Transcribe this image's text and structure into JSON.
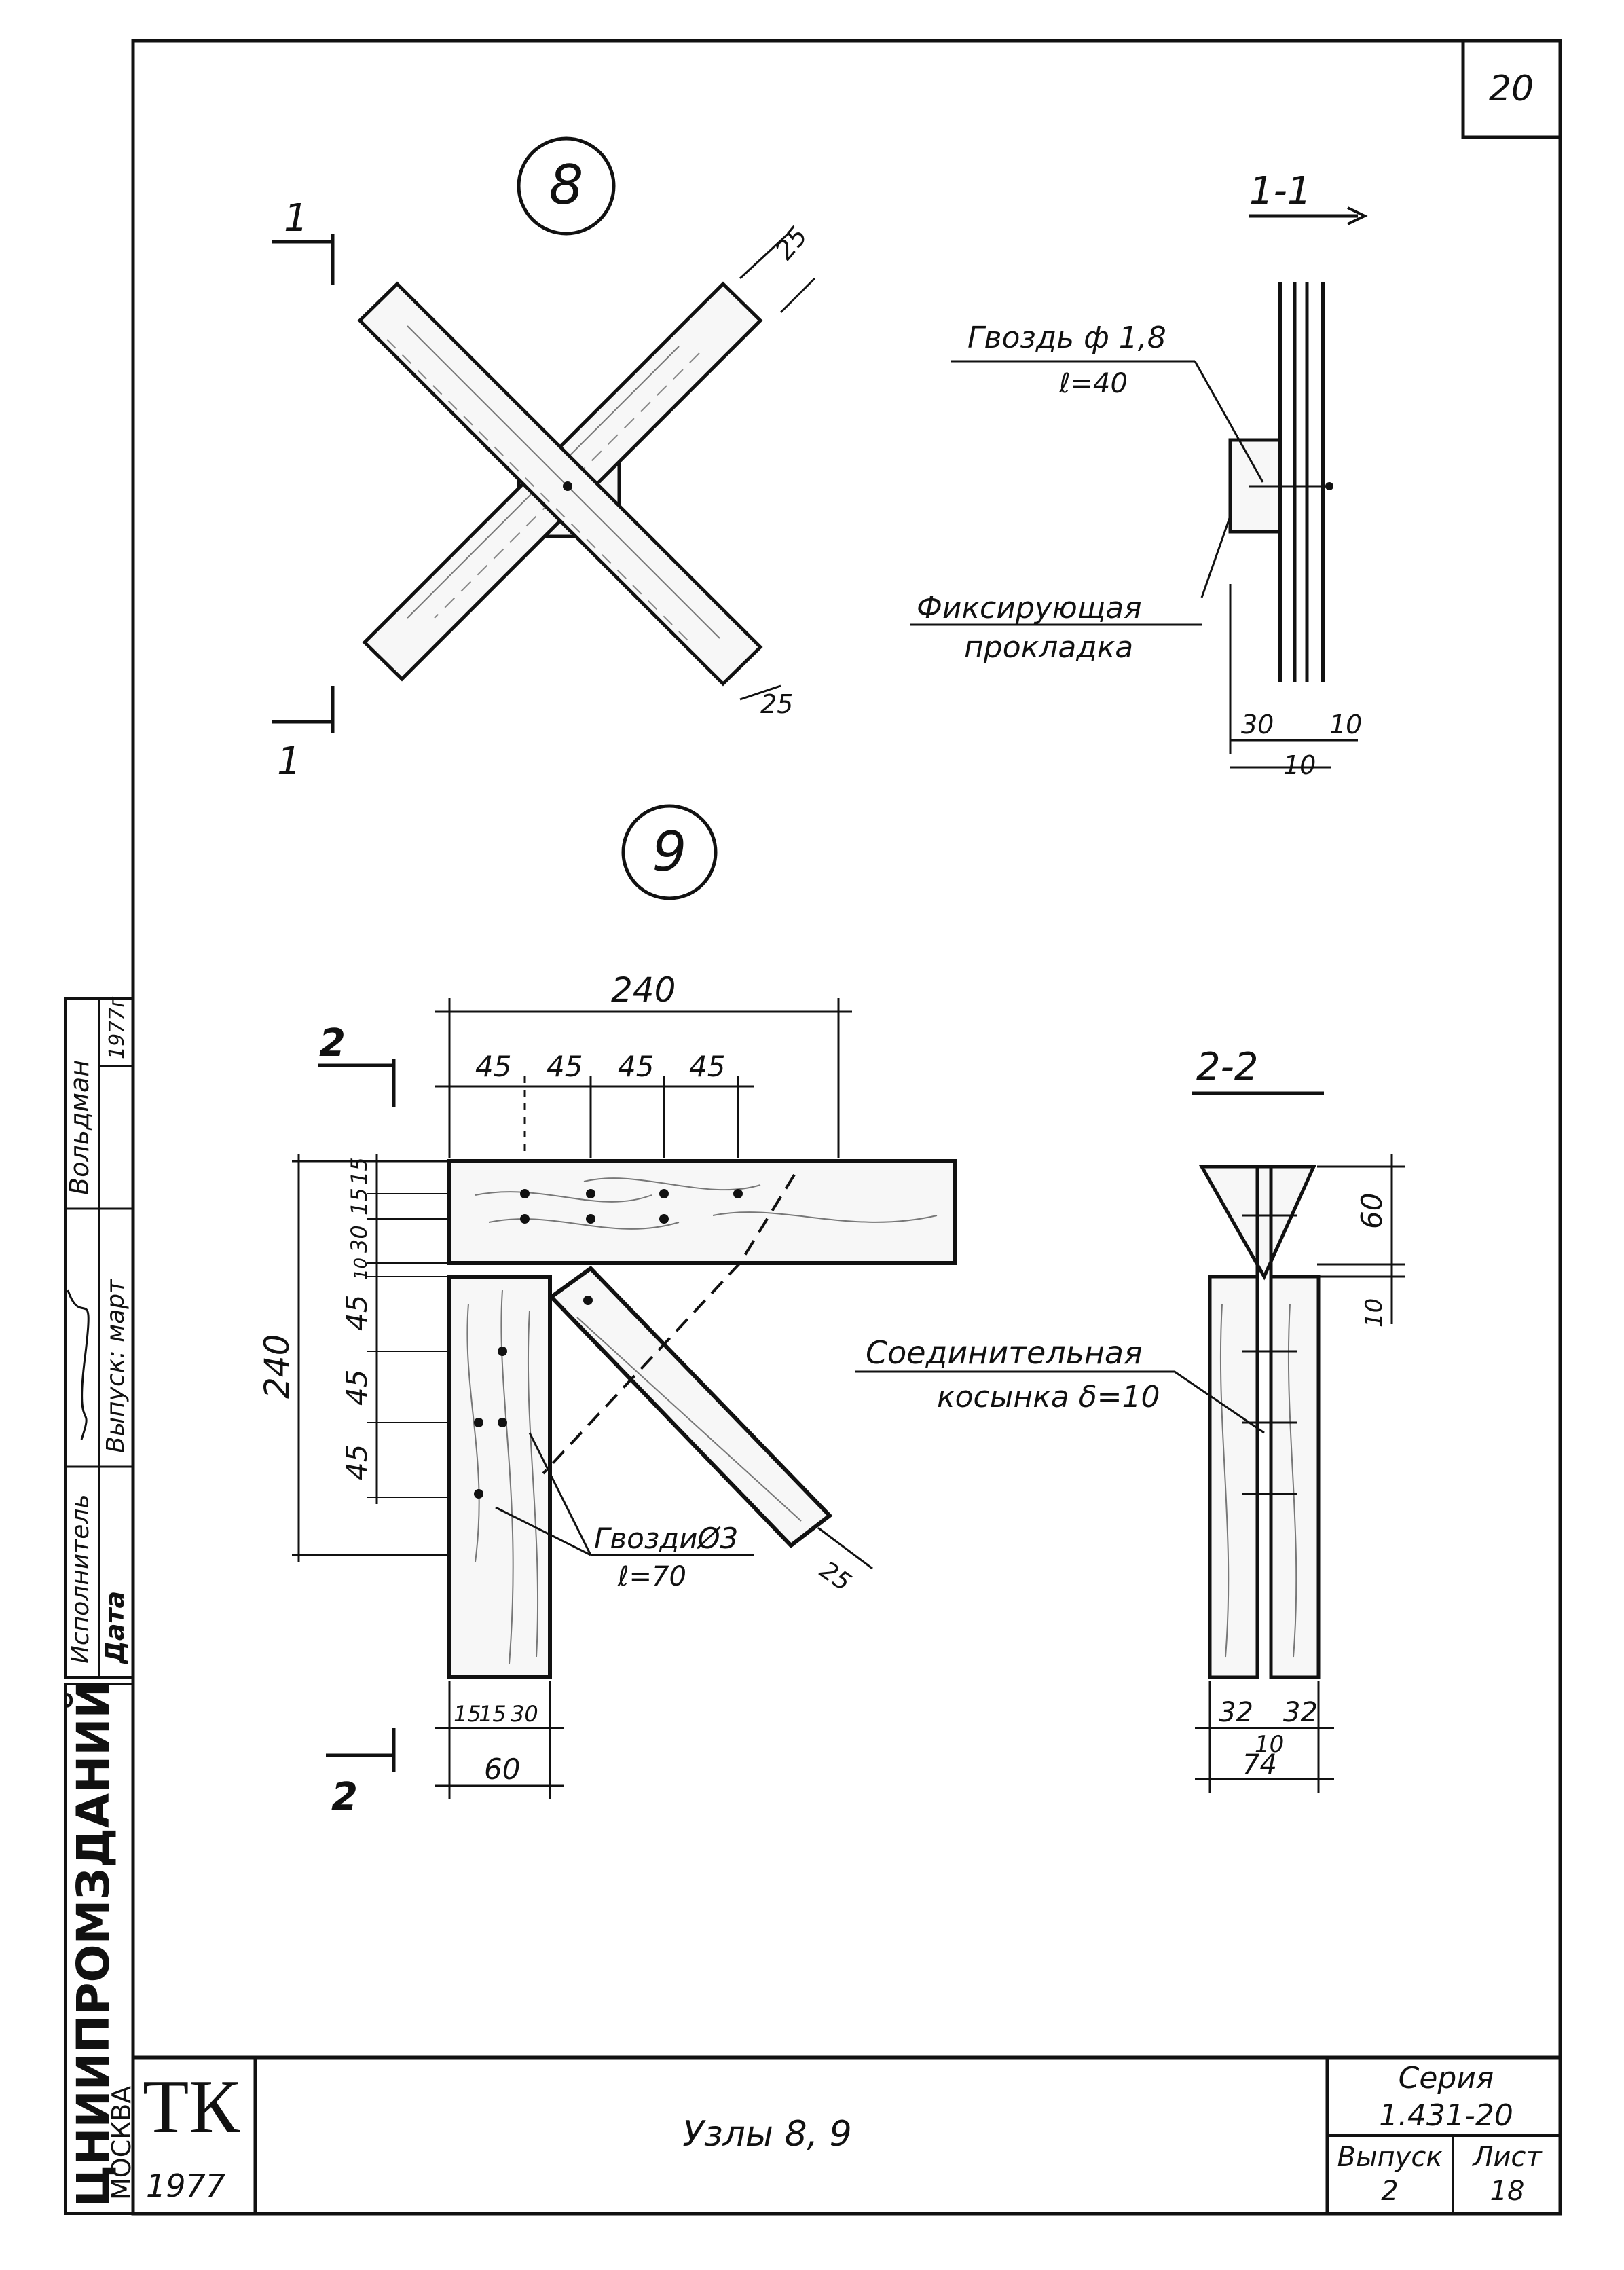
{
  "sheet_corner_number": "20",
  "node8": {
    "label": "8",
    "section_mark_top": "1",
    "section_mark_bottom": "1",
    "dim_top": "25",
    "dim_bottom": "25"
  },
  "section_1_1": {
    "title": "1-1",
    "nail_label_line1": "Гвоздь ф 1,8",
    "nail_label_line2": "ℓ=40",
    "pad_label_line1": "Фиксирующая",
    "pad_label_line2": "прокладка",
    "dims": [
      "30",
      "10",
      "10"
    ]
  },
  "node9": {
    "label": "9",
    "section_mark_top": "2",
    "section_mark_bottom": "2",
    "dim_total_top": "240",
    "dims_top": [
      "45",
      "45",
      "45",
      "45"
    ],
    "dims_left_small": [
      "15",
      "15",
      "30",
      "10"
    ],
    "dims_left": [
      "45",
      "45",
      "45"
    ],
    "dim_total_left": "240",
    "dims_bottom_small": [
      "15",
      "15",
      "30"
    ],
    "dim_bottom_total": "60",
    "dim_diag": "25",
    "nail_label_line1": "ГвоздиØ3",
    "nail_label_line2": "ℓ=70"
  },
  "section_2_2": {
    "title": "2-2",
    "gusset_label_line1": "Соединительная",
    "gusset_label_line2": "косынка δ=10",
    "dim_right_60": "60",
    "dim_right_10": "10",
    "dims_bottom": [
      "32",
      "10",
      "32"
    ],
    "dim_bottom_total": "74"
  },
  "side_stamp": {
    "executor_label": "Исполнитель",
    "executor_name": "Вольдман",
    "date_label": "Дата",
    "issue_label": "Выпуск: март",
    "year": "1977г",
    "institute": "ЦНИИПРОМЗДАНИЙ",
    "city": "МОСКВА"
  },
  "title_block": {
    "tk": "ТК",
    "tk_year": "1977",
    "title": "Узлы 8, 9",
    "series_label": "Серия",
    "series_value": "1.431-20",
    "issue_label": "Выпуск",
    "issue_value": "2",
    "sheet_label": "Лист",
    "sheet_value": "18"
  }
}
